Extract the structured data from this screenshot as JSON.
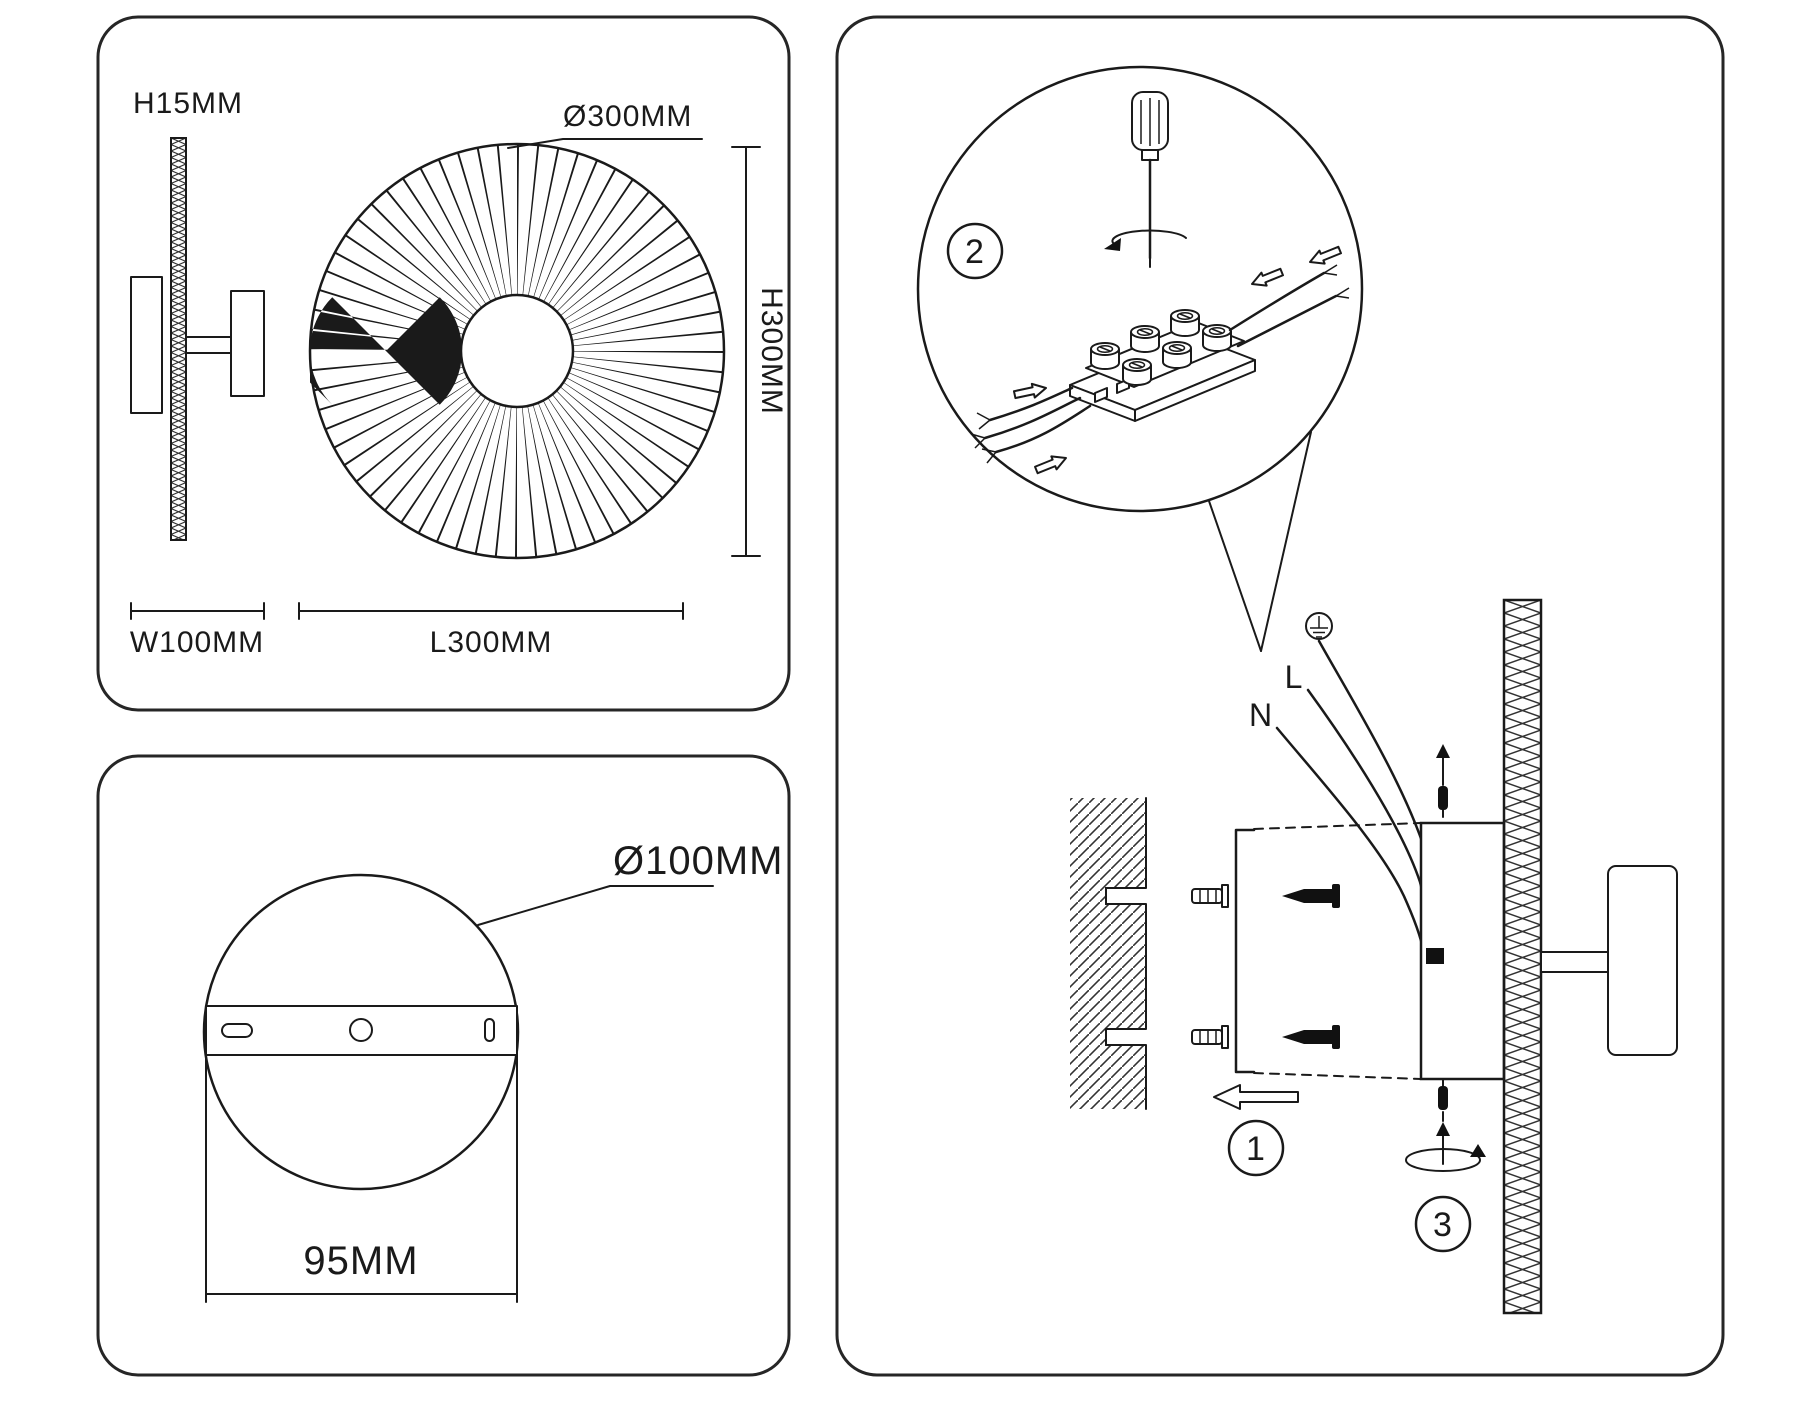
{
  "sheet": {
    "dim_top": {
      "height_label": "H15MM",
      "diameter_label": "Ø300MM",
      "vertical_label": "H300MM",
      "width_label": "W100MM",
      "length_label": "L300MM"
    },
    "dim_bottom": {
      "diameter_label": "Ø100MM",
      "hole_spacing_label": "95MM"
    },
    "install": {
      "step_1": "1",
      "step_2": "2",
      "step_3": "3",
      "live_label": "L",
      "neutral_label": "N"
    }
  }
}
